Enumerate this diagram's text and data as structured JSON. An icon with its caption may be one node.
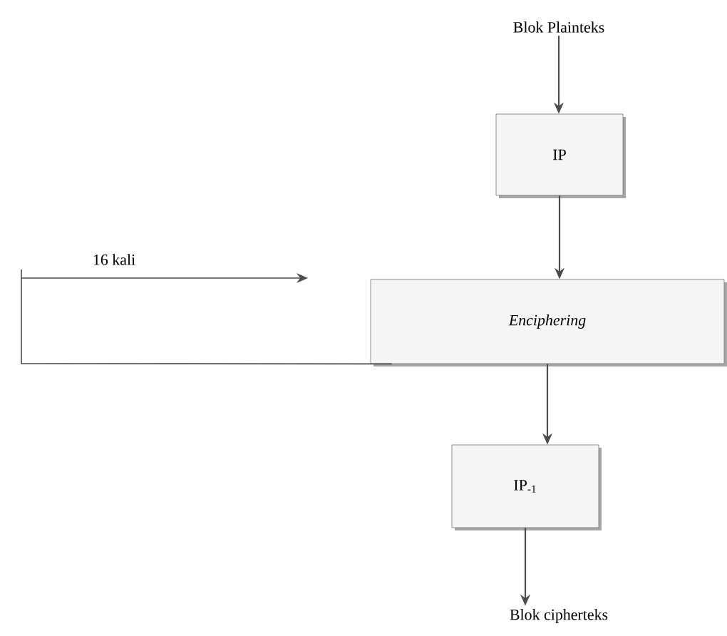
{
  "diagram": {
    "nodes": [
      {
        "text": [
          "Blok Plainteks"
        ]
      },
      {
        "text": [
          "IP"
        ]
      },
      {
        "text": [
          "*Enciphering*"
        ]
      },
      {
        "text": [
          "IP$_{-1}$"
        ]
      },
      {
        "text": [
          "Blok cipherteks"
        ]
      }
    ],
    "edges": [
      {
        "from": 0,
        "to": 1,
        "arrow": "to"
      },
      {
        "from": 1,
        "to": 2,
        "arrow": "to"
      },
      {
        "from": 2,
        "to": 3,
        "arrow": "to"
      },
      {
        "from": 3,
        "to": 4,
        "arrow": "to"
      },
      {
        "from": 2,
        "to": null,
        "arrow": "to",
        "label": "16 kali"
      }
    ]
  }
}
